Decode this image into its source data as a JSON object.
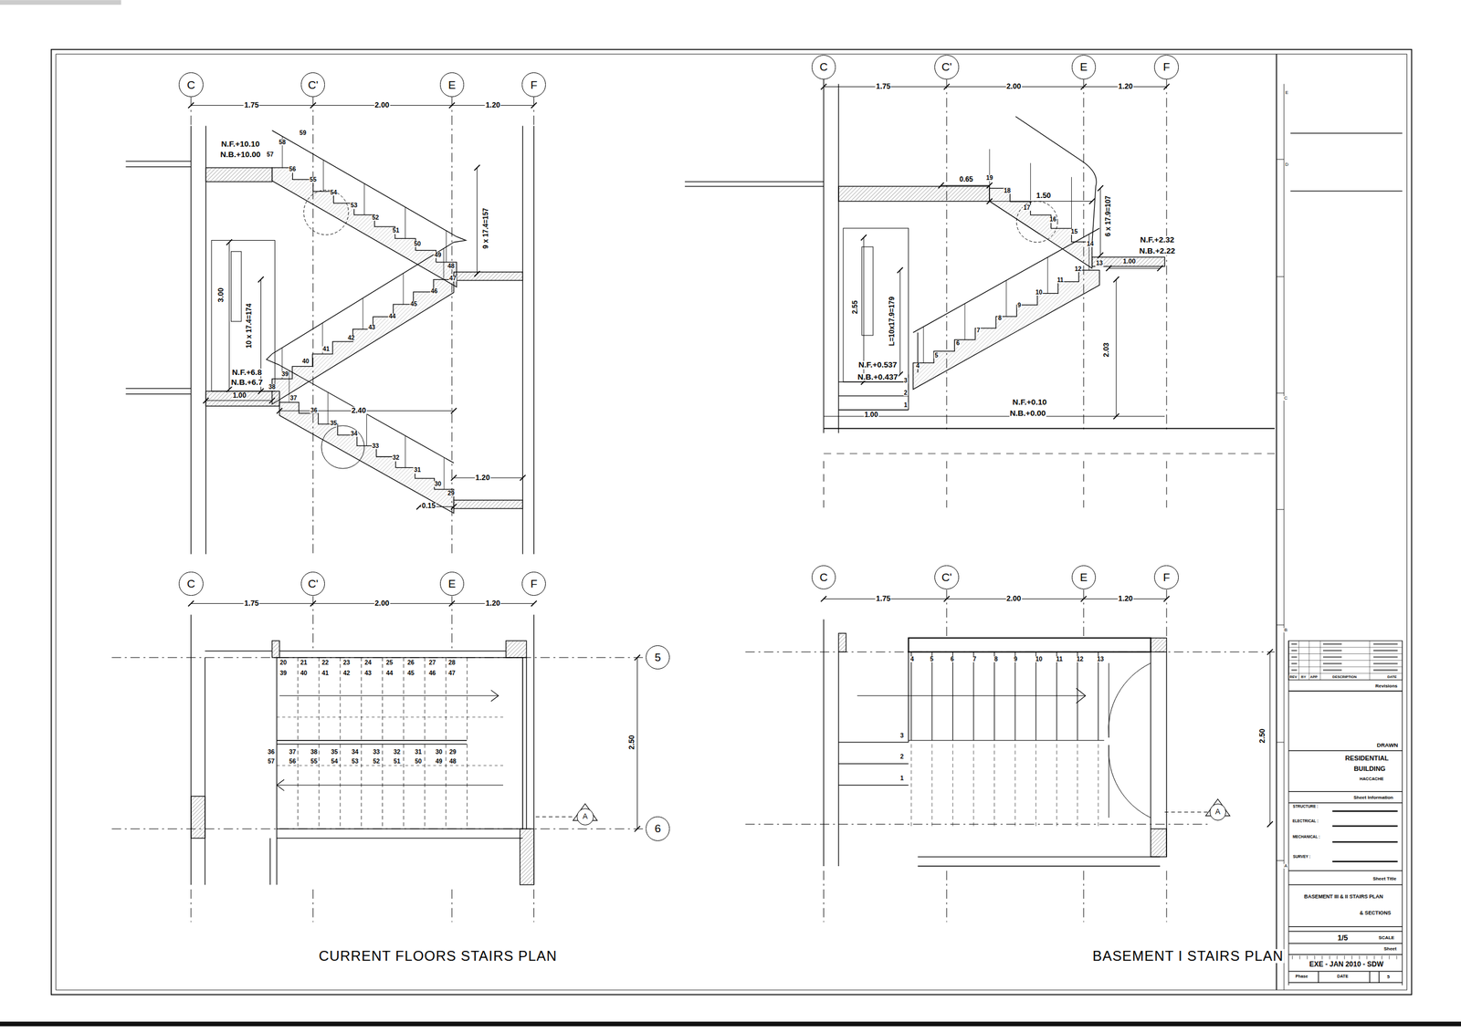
{
  "diagram": {
    "nodes": [
      {
        "text": [
          "C"
        ]
      },
      {
        "text": [
          "C'"
        ]
      },
      {
        "text": [
          "E"
        ]
      },
      {
        "text": [
          "F"
        ]
      },
      {
        "text": [
          "C"
        ]
      },
      {
        "text": [
          "C'"
        ]
      },
      {
        "text": [
          "E"
        ]
      },
      {
        "text": [
          "F"
        ]
      },
      {
        "text": [
          "C"
        ]
      },
      {
        "text": [
          "C'"
        ]
      },
      {
        "text": [
          "E"
        ]
      },
      {
        "text": [
          "F"
        ]
      },
      {
        "text": [
          "C"
        ]
      },
      {
        "text": [
          "C'"
        ]
      },
      {
        "text": [
          "E"
        ]
      },
      {
        "text": [
          "F"
        ]
      },
      {
        "text": [
          "5"
        ]
      },
      {
        "text": [
          "6"
        ]
      },
      {
        "text": [
          "A"
        ]
      },
      {
        "text": [
          "A"
        ]
      }
    ],
    "labels": [
      "1.75",
      "2.00",
      "1.20",
      "N.F.+10.10",
      "N.B.+10.00",
      "59",
      "58",
      "57",
      "56",
      "55",
      "54",
      "53",
      "52",
      "51",
      "50",
      "49",
      "48",
      "47",
      "46",
      "45",
      "44",
      "43",
      "42",
      "41",
      "40",
      "39",
      "38",
      "37",
      "36",
      "35",
      "34",
      "33",
      "32",
      "31",
      "30",
      "29",
      "9 x 17.4=157",
      "3.00",
      "10 x 17.4=174",
      "N.F.+6.8",
      "N.B.+6.7",
      "1.00",
      "2.40",
      "1.20",
      "0.15",
      "1.75",
      "2.00",
      "1.20",
      "20",
      "39",
      "21",
      "40",
      "22",
      "41",
      "23",
      "42",
      "24",
      "43",
      "25",
      "44",
      "26",
      "45",
      "27",
      "46",
      "28",
      "47",
      "36",
      "57",
      "37",
      "56",
      "38",
      "55",
      "35",
      "54",
      "34",
      "53",
      "33",
      "52",
      "32",
      "51",
      "31",
      "50",
      "30",
      "49",
      "29",
      "48",
      "2.50",
      "CURRENT FLOORS STAIRS PLAN",
      "1.75",
      "2.00",
      "1.20",
      "0.65",
      "19",
      "18",
      "1.50",
      "17",
      "16",
      "15",
      "14",
      "6 x 17.9=107",
      "N.F.+2.32",
      "N.B.+2.22",
      "13",
      "1.00",
      "12",
      "11",
      "10",
      "9",
      "8",
      "7",
      "6",
      "5",
      "4",
      "2.55",
      "L=10x17.9=179",
      "N.F.+0.537",
      "N.B.+0.437",
      "3",
      "2",
      "1",
      "1.00",
      "2.03",
      "N.F.+0.10",
      "N.B.+0.00",
      "1.75",
      "2.00",
      "1.20",
      "4",
      "5",
      "6",
      "7",
      "8",
      "9",
      "10",
      "11",
      "12",
      "13",
      "3",
      "2",
      "1",
      "2.50",
      "BASEMENT I STAIRS PLAN",
      "E",
      "D",
      "C",
      "B",
      "A",
      "REV",
      "BY",
      "APP",
      "DESCRIPTION",
      "DATE",
      "Revisions",
      "DRAWN",
      "RESIDENTIAL",
      "BUILDING",
      "HACCACHE",
      "Sheet Information",
      "STRUCTURE :",
      "ELECTRICAL :",
      "MECHANICAL :",
      "SURVEY :",
      "Sheet Title",
      "BASEMENT III & II STAIRS PLAN",
      "& SECTIONS",
      "1/5",
      "SCALE",
      "Sheet",
      "EXE - JAN 2010 - SDW",
      "Phase",
      "DATE",
      "5"
    ]
  }
}
